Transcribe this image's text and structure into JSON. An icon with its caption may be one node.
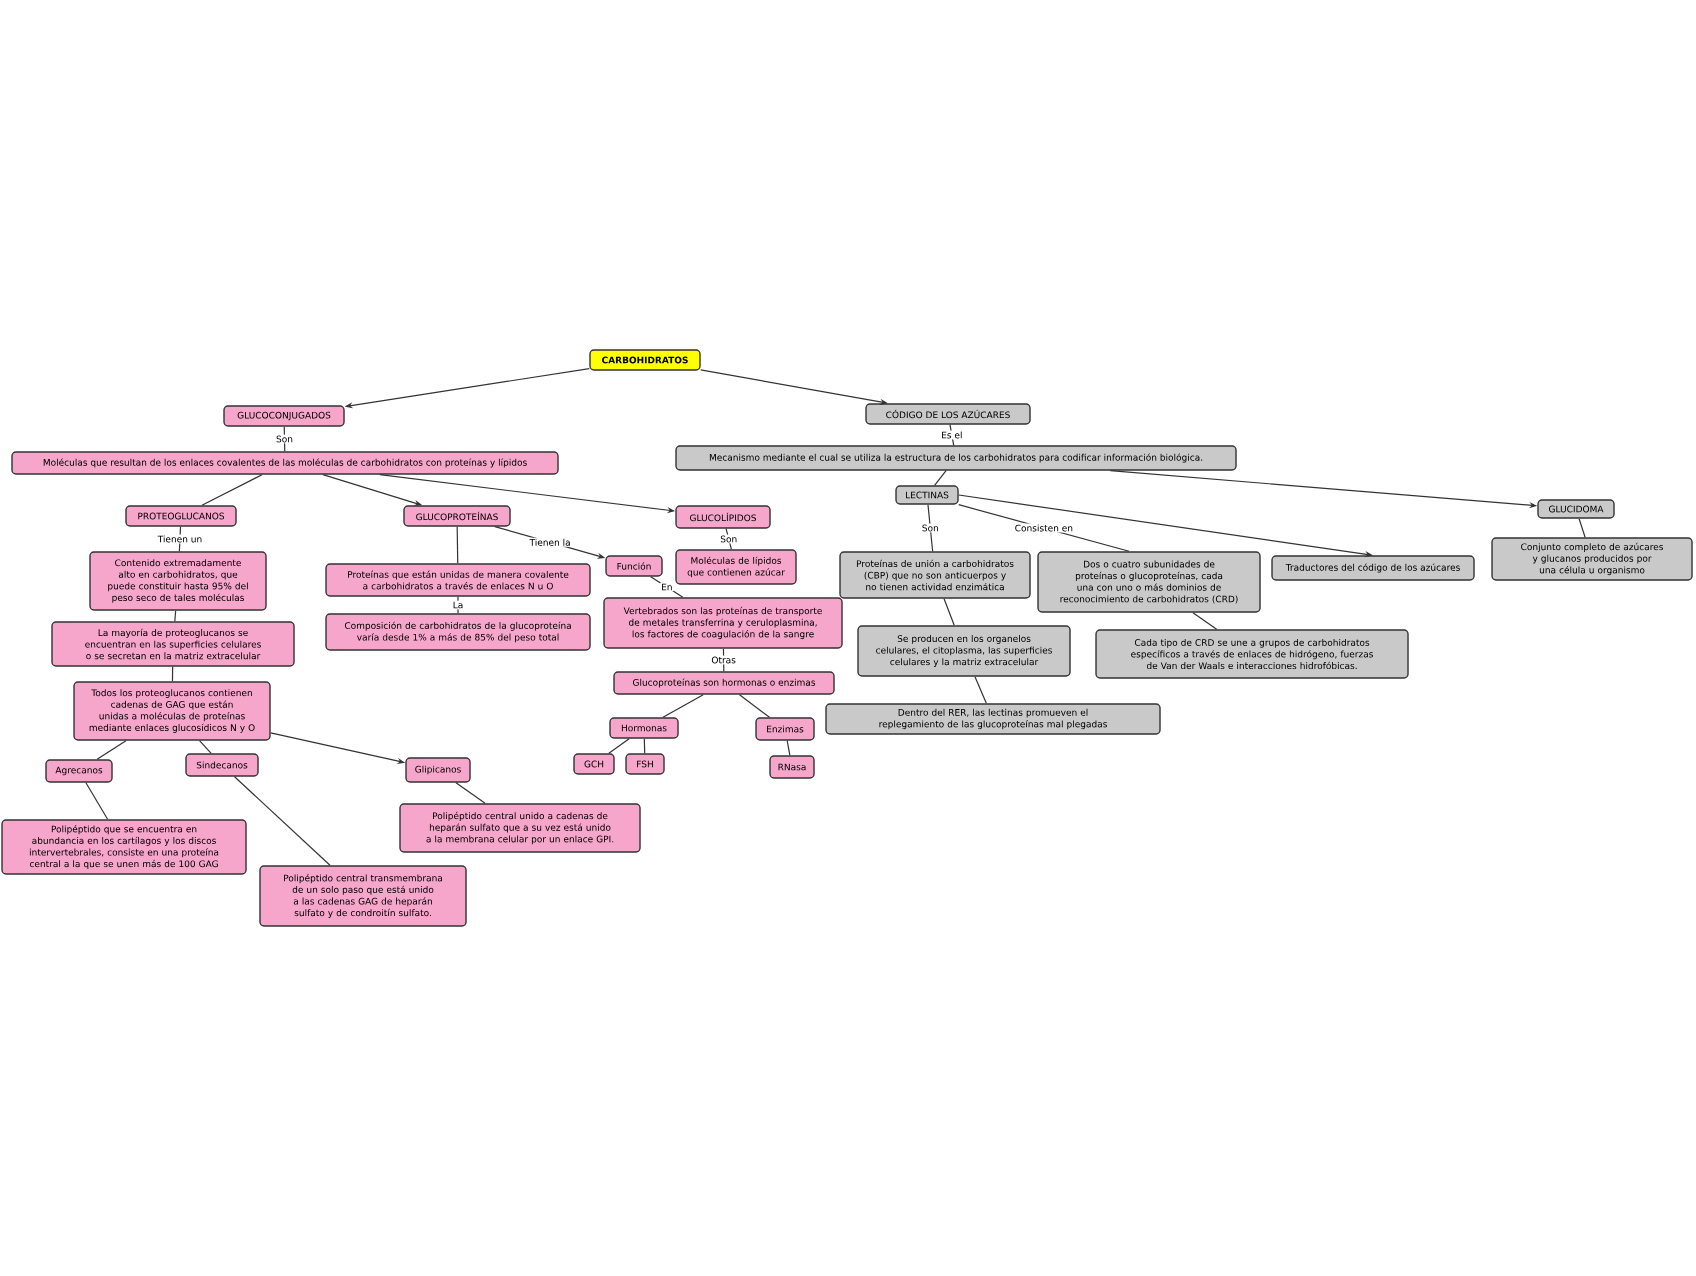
{
  "diagram": {
    "nodes": [
      {
        "text": [
          "CARBOHIDRATOS"
        ]
      },
      {
        "text": [
          "GLUCOCONJUGADOS"
        ]
      },
      {
        "text": [
          "Moléculas que resultan de los enlaces covalentes de las moléculas de carbohidratos con proteínas y lípidos"
        ]
      },
      {
        "text": [
          "PROTEOGLUCANOS"
        ]
      },
      {
        "text": [
          "Contenido extremadamente alto en carbohidratos, que puede constituir hasta 95% del peso seco de tales moléculas"
        ]
      },
      {
        "text": [
          "La mayoría de proteoglucanos se encuentran en las superficies celulares o se secretan en la matriz extracelular"
        ]
      },
      {
        "text": [
          "Todos los proteoglucanos contienen cadenas de GAG que están unidas a moléculas de proteínas mediante enlaces glucosídicos N y O"
        ]
      },
      {
        "text": [
          "Agrecanos"
        ]
      },
      {
        "text": [
          "Sindecanos"
        ]
      },
      {
        "text": [
          "Glipicanos"
        ]
      },
      {
        "text": [
          "Polipéptido que se encuentra en abundancia en los cartílagos y los discos intervertebrales, consiste en una proteína central a la que se unen más de 100 GAG"
        ]
      },
      {
        "text": [
          "Polipéptido central transmembrana de un solo paso que está unido a las cadenas GAG de heparán sulfato y de condroitín sulfato."
        ]
      },
      {
        "text": [
          "Polipéptido central unido a cadenas de heparán sulfato que a su vez está unido a la membrana celular por un enlace GPI."
        ]
      },
      {
        "text": [
          "GLUCOPROTEÍNAS"
        ]
      },
      {
        "text": [
          "Proteínas que están unidas de manera covalente a carbohidratos a través de enlaces N u O"
        ]
      },
      {
        "text": [
          "Composición de carbohidratos de la glucoproteína varía desde 1% a más de 85% del peso total"
        ]
      },
      {
        "text": [
          "Función"
        ]
      },
      {
        "text": [
          "Vertebrados son las proteínas de transporte de metales transferrina y ceruloplasmina, los factores de coagulación de la sangre"
        ]
      },
      {
        "text": [
          "Glucoproteínas son hormonas o enzimas"
        ]
      },
      {
        "text": [
          "Hormonas"
        ]
      },
      {
        "text": [
          "Enzimas"
        ]
      },
      {
        "text": [
          "GCH"
        ]
      },
      {
        "text": [
          "FSH"
        ]
      },
      {
        "text": [
          "RNasa"
        ]
      },
      {
        "text": [
          "GLUCOLÍPIDOS"
        ]
      },
      {
        "text": [
          "Moléculas de lípidos que contienen azúcar"
        ]
      },
      {
        "text": [
          "CÓDIGO DE LOS AZÚCARES"
        ]
      },
      {
        "text": [
          "Mecanismo mediante el cual se utiliza la estructura de los carbohidratos para codificar información biológica."
        ]
      },
      {
        "text": [
          "LECTINAS"
        ]
      },
      {
        "text": [
          "Proteínas de unión a carbohidratos (CBP) que no son anticuerpos y no tienen actividad enzimática"
        ]
      },
      {
        "text": [
          "Se producen en los organelos celulares, el citoplasma, las superficies celulares y la matriz extracelular"
        ]
      },
      {
        "text": [
          "Dentro del RER, las lectinas promueven el replegamiento de las glucoproteínas mal plegadas"
        ]
      },
      {
        "text": [
          "Dos o cuatro subunidades de proteínas o glucoproteínas, cada una con uno o más dominios de reconocimiento de carbohidratos (CRD)"
        ]
      },
      {
        "text": [
          "Cada tipo de CRD se une a grupos de carbohidratos específicos a través de enlaces de hidrógeno, fuerzas de Van der Waals e interacciones hidrofóbicas."
        ]
      },
      {
        "text": [
          "Traductores del código de los azúcares"
        ]
      },
      {
        "text": [
          "GLUCIDOMA"
        ]
      },
      {
        "text": [
          "Conjunto completo de azúcares y glucanos producidos por una célula u organismo"
        ]
      }
    ],
    "edges": [
      {
        "from": 0,
        "to": 1,
        "arrow": "to"
      },
      {
        "from": 0,
        "to": 26,
        "arrow": "to"
      },
      {
        "from": 1,
        "to": 2,
        "arrow": "none",
        "label": "Son"
      },
      {
        "from": 2,
        "to": 3,
        "arrow": "none"
      },
      {
        "from": 2,
        "to": 13,
        "arrow": "to"
      },
      {
        "from": 2,
        "to": 24,
        "arrow": "to"
      },
      {
        "from": 3,
        "to": 4,
        "arrow": "none",
        "label": "Tienen un"
      },
      {
        "from": 4,
        "to": 5,
        "arrow": "none"
      },
      {
        "from": 5,
        "to": 6,
        "arrow": "none"
      },
      {
        "from": 6,
        "to": 7,
        "arrow": "none"
      },
      {
        "from": 6,
        "to": 8,
        "arrow": "none"
      },
      {
        "from": 6,
        "to": 9,
        "arrow": "to"
      },
      {
        "from": 7,
        "to": 10,
        "arrow": "none"
      },
      {
        "from": 8,
        "to": 11,
        "arrow": "none"
      },
      {
        "from": 9,
        "to": 12,
        "arrow": "none"
      },
      {
        "from": 13,
        "to": 14,
        "arrow": "none"
      },
      {
        "from": 14,
        "to": 15,
        "arrow": "none",
        "label": "La"
      },
      {
        "from": 13,
        "to": 16,
        "arrow": "to",
        "label": "Tienen la"
      },
      {
        "from": 16,
        "to": 17,
        "arrow": "none",
        "label": "En"
      },
      {
        "from": 17,
        "to": 18,
        "arrow": "none",
        "label": "Otras"
      },
      {
        "from": 18,
        "to": 19,
        "arrow": "none"
      },
      {
        "from": 18,
        "to": 20,
        "arrow": "none"
      },
      {
        "from": 19,
        "to": 21,
        "arrow": "none"
      },
      {
        "from": 19,
        "to": 22,
        "arrow": "none"
      },
      {
        "from": 20,
        "to": 23,
        "arrow": "none"
      },
      {
        "from": 24,
        "to": 25,
        "arrow": "none",
        "label": "Son"
      },
      {
        "from": 26,
        "to": 27,
        "arrow": "none",
        "label": "Es el"
      },
      {
        "from": 27,
        "to": 28,
        "arrow": "none"
      },
      {
        "from": 27,
        "to": 35,
        "arrow": "to"
      },
      {
        "from": 28,
        "to": 29,
        "arrow": "none",
        "label": "Son"
      },
      {
        "from": 29,
        "to": 30,
        "arrow": "none"
      },
      {
        "from": 30,
        "to": 31,
        "arrow": "none"
      },
      {
        "from": 28,
        "to": 32,
        "arrow": "none",
        "label": "Consisten en"
      },
      {
        "from": 28,
        "to": 34,
        "arrow": "to"
      },
      {
        "from": 32,
        "to": 33,
        "arrow": "none"
      },
      {
        "from": 35,
        "to": 36,
        "arrow": "none"
      }
    ]
  }
}
